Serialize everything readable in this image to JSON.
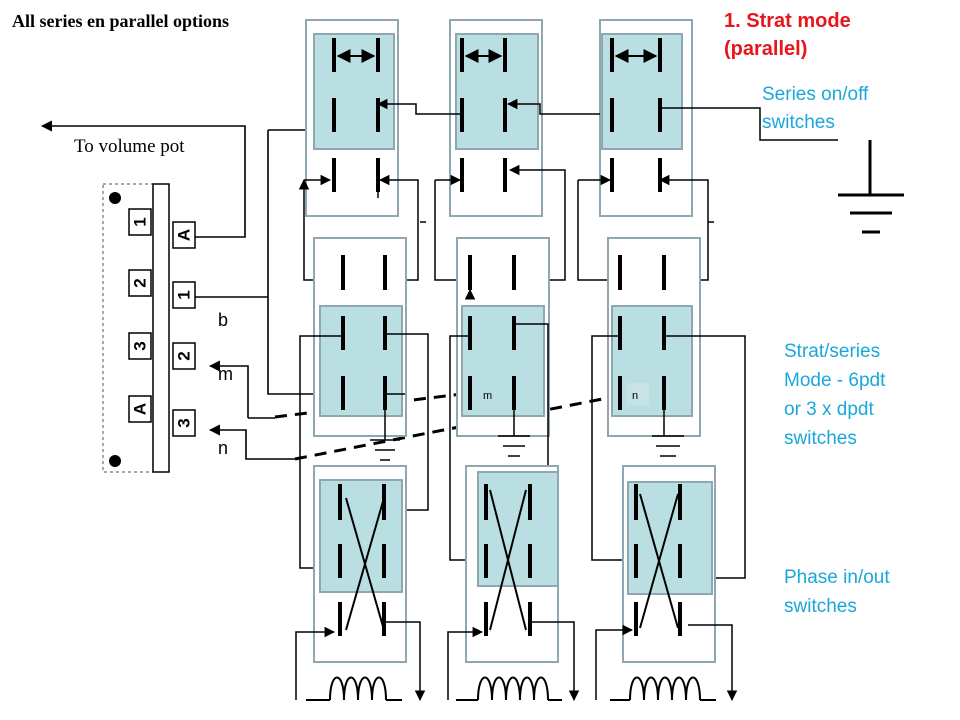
{
  "diagram": {
    "title": "All series en parallel options",
    "mode_label_line1": "1. Strat mode",
    "mode_label_line2": "(parallel)",
    "volume_pot_label": "To volume pot",
    "series_switch_label_line1": "Series on/off",
    "series_switch_label_line2": "switches",
    "mode_switch_label_lines": [
      "Strat/series",
      "Mode - 6pdt",
      "or 3 x dpdt",
      "switches"
    ],
    "phase_switch_label_line1": "Phase in/out",
    "phase_switch_label_line2": "switches",
    "pickup_wire_labels": [
      "b",
      "m",
      "n"
    ],
    "selector_left_terminals": [
      "1",
      "2",
      "3",
      "A"
    ],
    "selector_right_terminals": [
      "A",
      "1",
      "2",
      "3"
    ],
    "inline_tags": [
      "m",
      "n"
    ]
  },
  "colors": {
    "accent_red": "#e8151b",
    "accent_cyan": "#1aa7d9",
    "switch_fill": "#b9dfe2",
    "switch_border": "#8fa7b0",
    "wire": "#000000"
  }
}
